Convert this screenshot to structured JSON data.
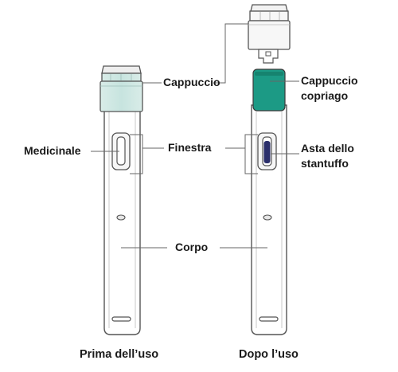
{
  "labels": {
    "cappuccio": "Cappuccio",
    "cappuccio_copriago_line1": "Cappuccio",
    "cappuccio_copriago_line2": "copriago",
    "medicinale": "Medicinale",
    "finestra": "Finestra",
    "asta_line1": "Asta dello",
    "asta_line2": "stantuffo",
    "corpo": "Corpo"
  },
  "captions": {
    "before": "Prima dell’uso",
    "after": "Dopo l’uso"
  },
  "colors": {
    "outline": "#555555",
    "cap_fill": "#cfe7e3",
    "needle_cover": "#1c9a85",
    "plunger": "#2b2f6b",
    "leader_line": "#666666"
  }
}
